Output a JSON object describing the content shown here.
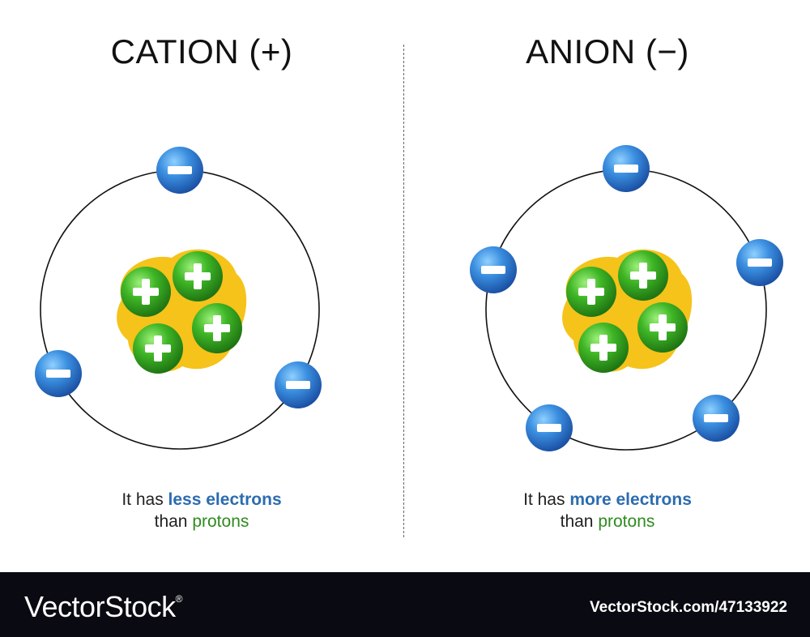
{
  "cation": {
    "title": "CATION (+)",
    "caption_prefix": "It has ",
    "caption_strong": "less electrons",
    "caption_line2_prefix": "than ",
    "caption_green": "protons"
  },
  "anion": {
    "title": "ANION (−)",
    "caption_prefix": "It has ",
    "caption_strong": "more electrons",
    "caption_line2_prefix": "than ",
    "caption_green": "protons"
  },
  "footer": {
    "brand": "VectorStock",
    "brand_mark": "®",
    "ref": "VectorStock.com/47133922"
  },
  "colors": {
    "electron": "#2f7fd8",
    "proton": "#3db524",
    "nucleus_cloud": "#f5c31a",
    "text_strong": "#2b6cb0",
    "text_green": "#2e8b1e",
    "footer_bg": "#0a0a12"
  }
}
